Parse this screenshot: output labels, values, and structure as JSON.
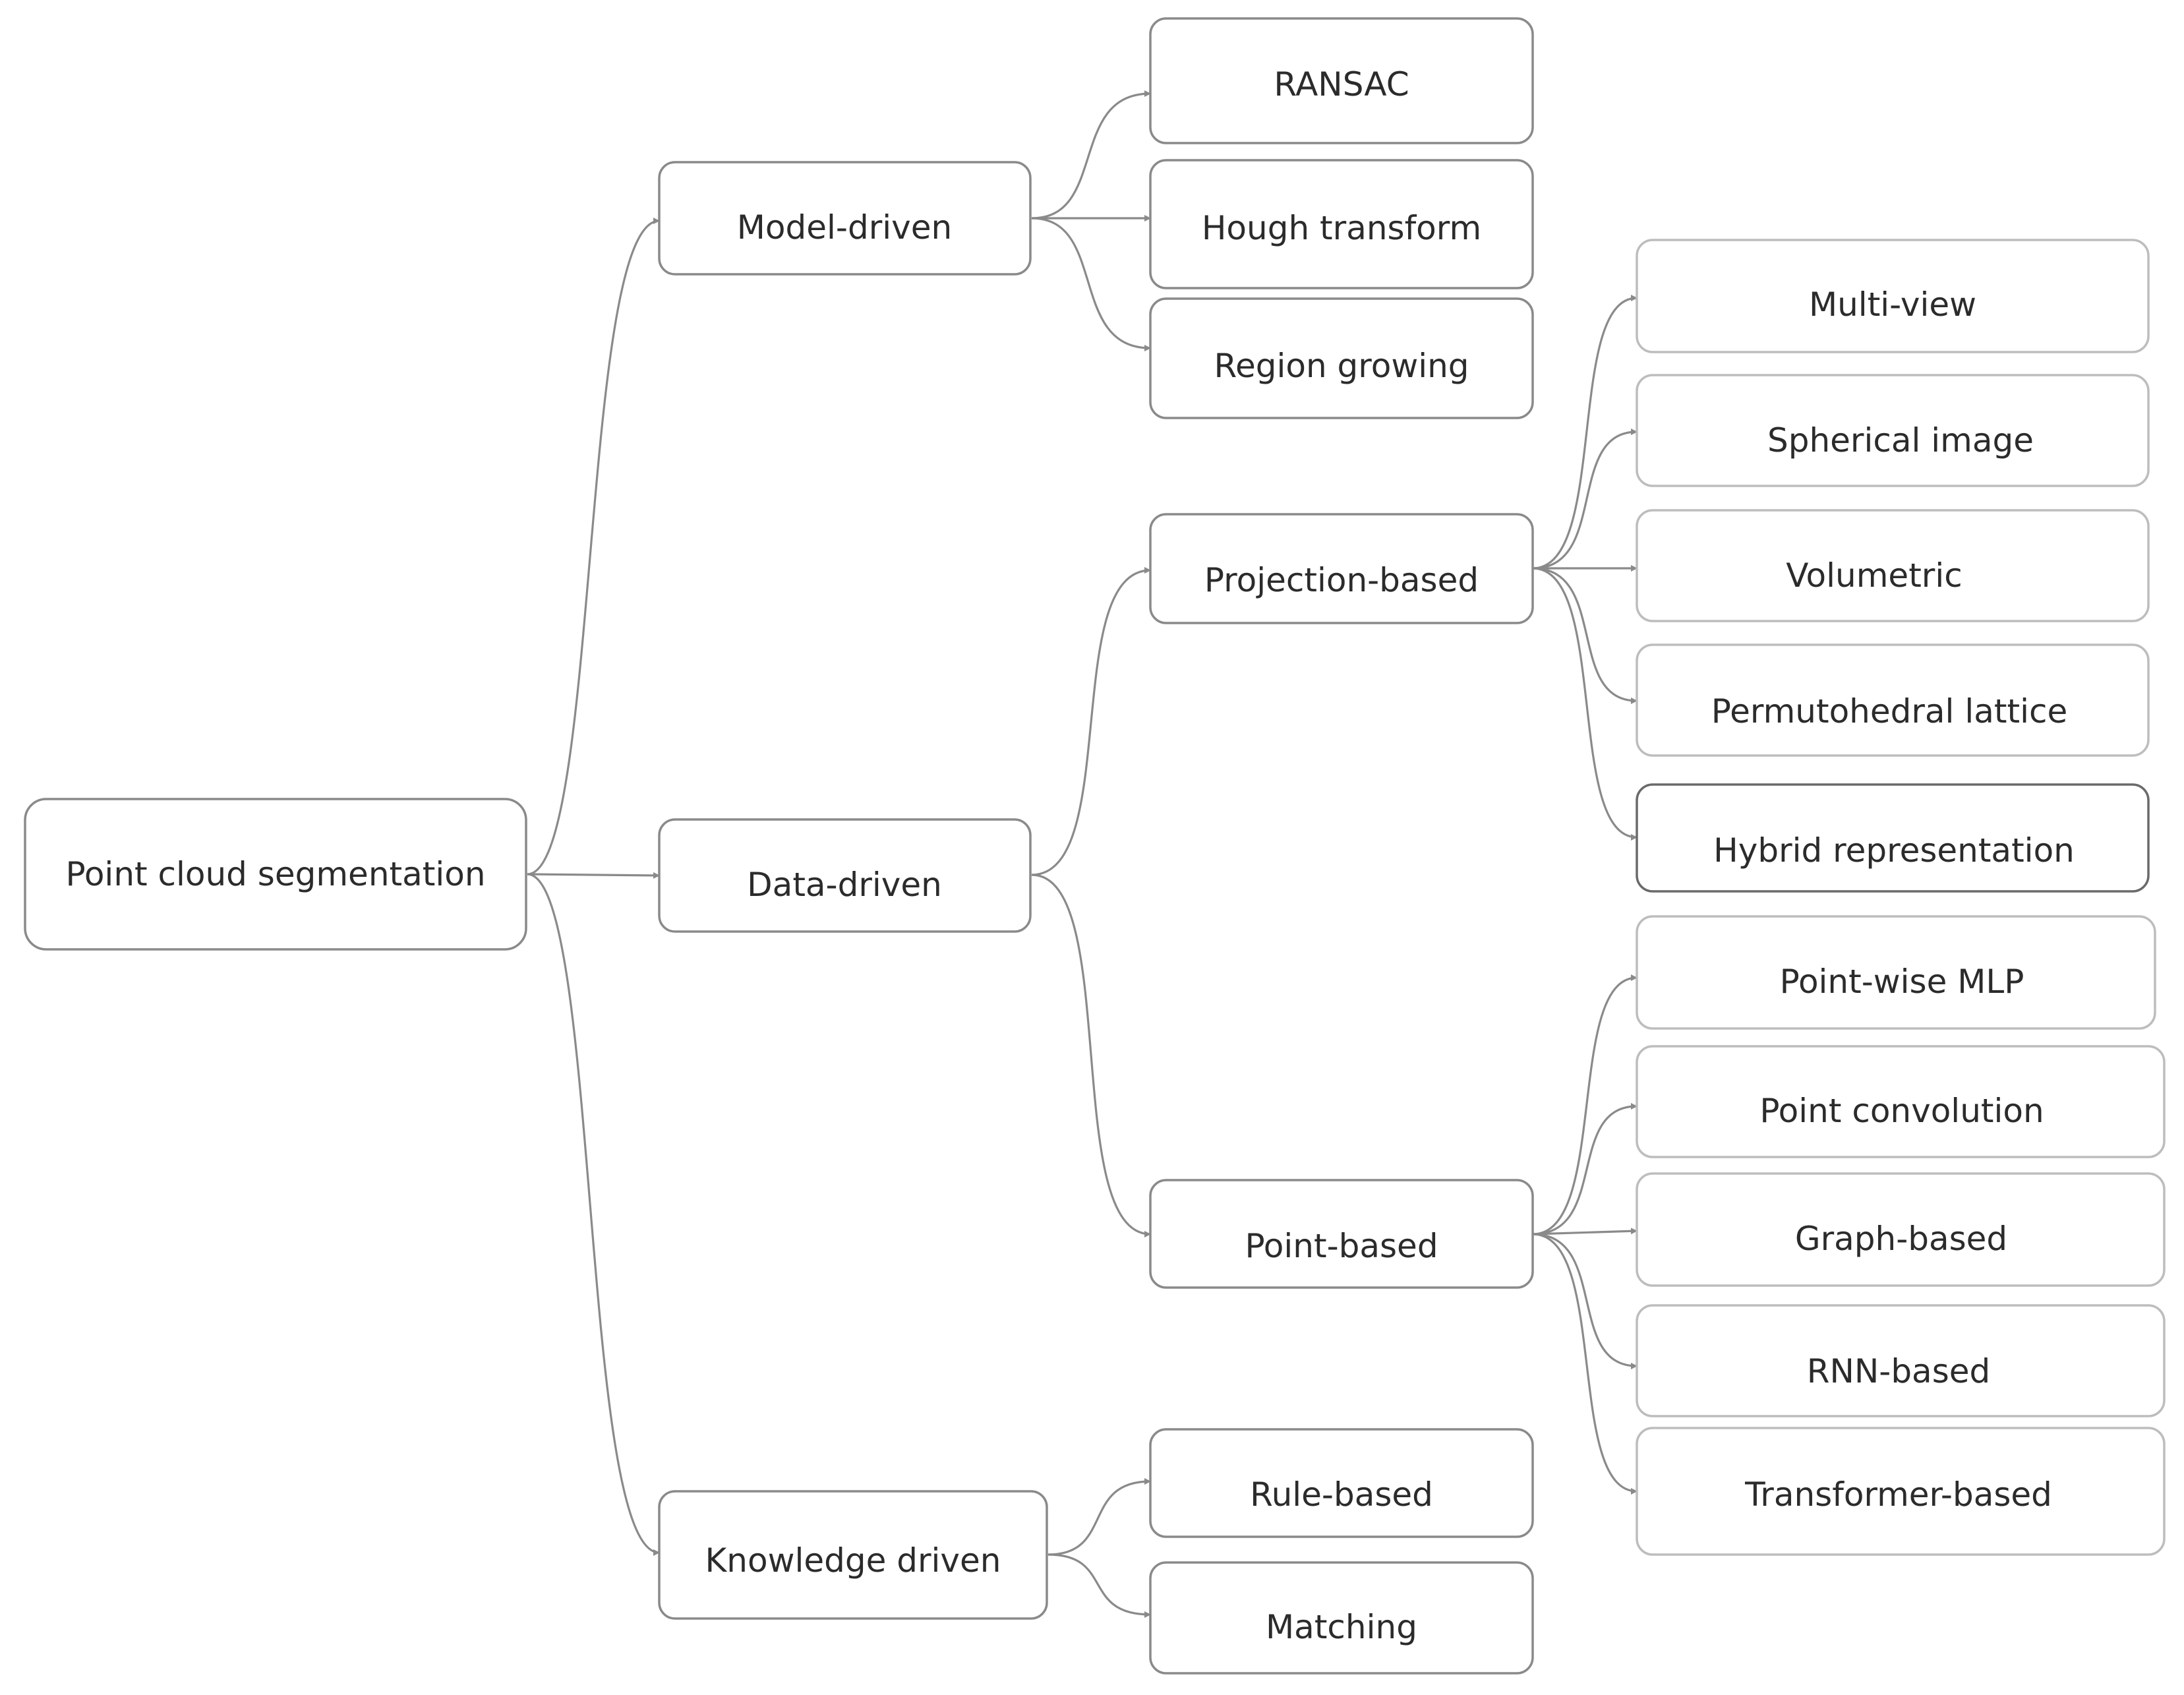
{
  "diagram": {
    "root": {
      "label": "Point cloud segmentation"
    },
    "level1": [
      {
        "label": "Model-driven"
      },
      {
        "label": "Data-driven"
      },
      {
        "label": "Knowledge driven"
      }
    ],
    "model_driven": [
      {
        "label": "RANSAC"
      },
      {
        "label": "Hough transform"
      },
      {
        "label": "Region growing"
      }
    ],
    "data_driven": [
      {
        "label": "Projection-based"
      },
      {
        "label": "Point-based"
      }
    ],
    "knowledge_driven": [
      {
        "label": "Rule-based"
      },
      {
        "label": "Matching"
      }
    ],
    "projection_based": [
      {
        "label": "Multi-view"
      },
      {
        "label": "Spherical image"
      },
      {
        "label": "Volumetric"
      },
      {
        "label": "Permutohedral lattice"
      },
      {
        "label": "Hybrid representation"
      }
    ],
    "point_based": [
      {
        "label": "Point-wise MLP"
      },
      {
        "label": "Point convolution"
      },
      {
        "label": "Graph-based"
      },
      {
        "label": "RNN-based"
      },
      {
        "label": "Transformer-based"
      }
    ],
    "colors": {
      "box_stroke": "#8a8a8a",
      "edge": "#8a8a8a",
      "text": "#2b2b2b",
      "background": "#ffffff"
    }
  }
}
